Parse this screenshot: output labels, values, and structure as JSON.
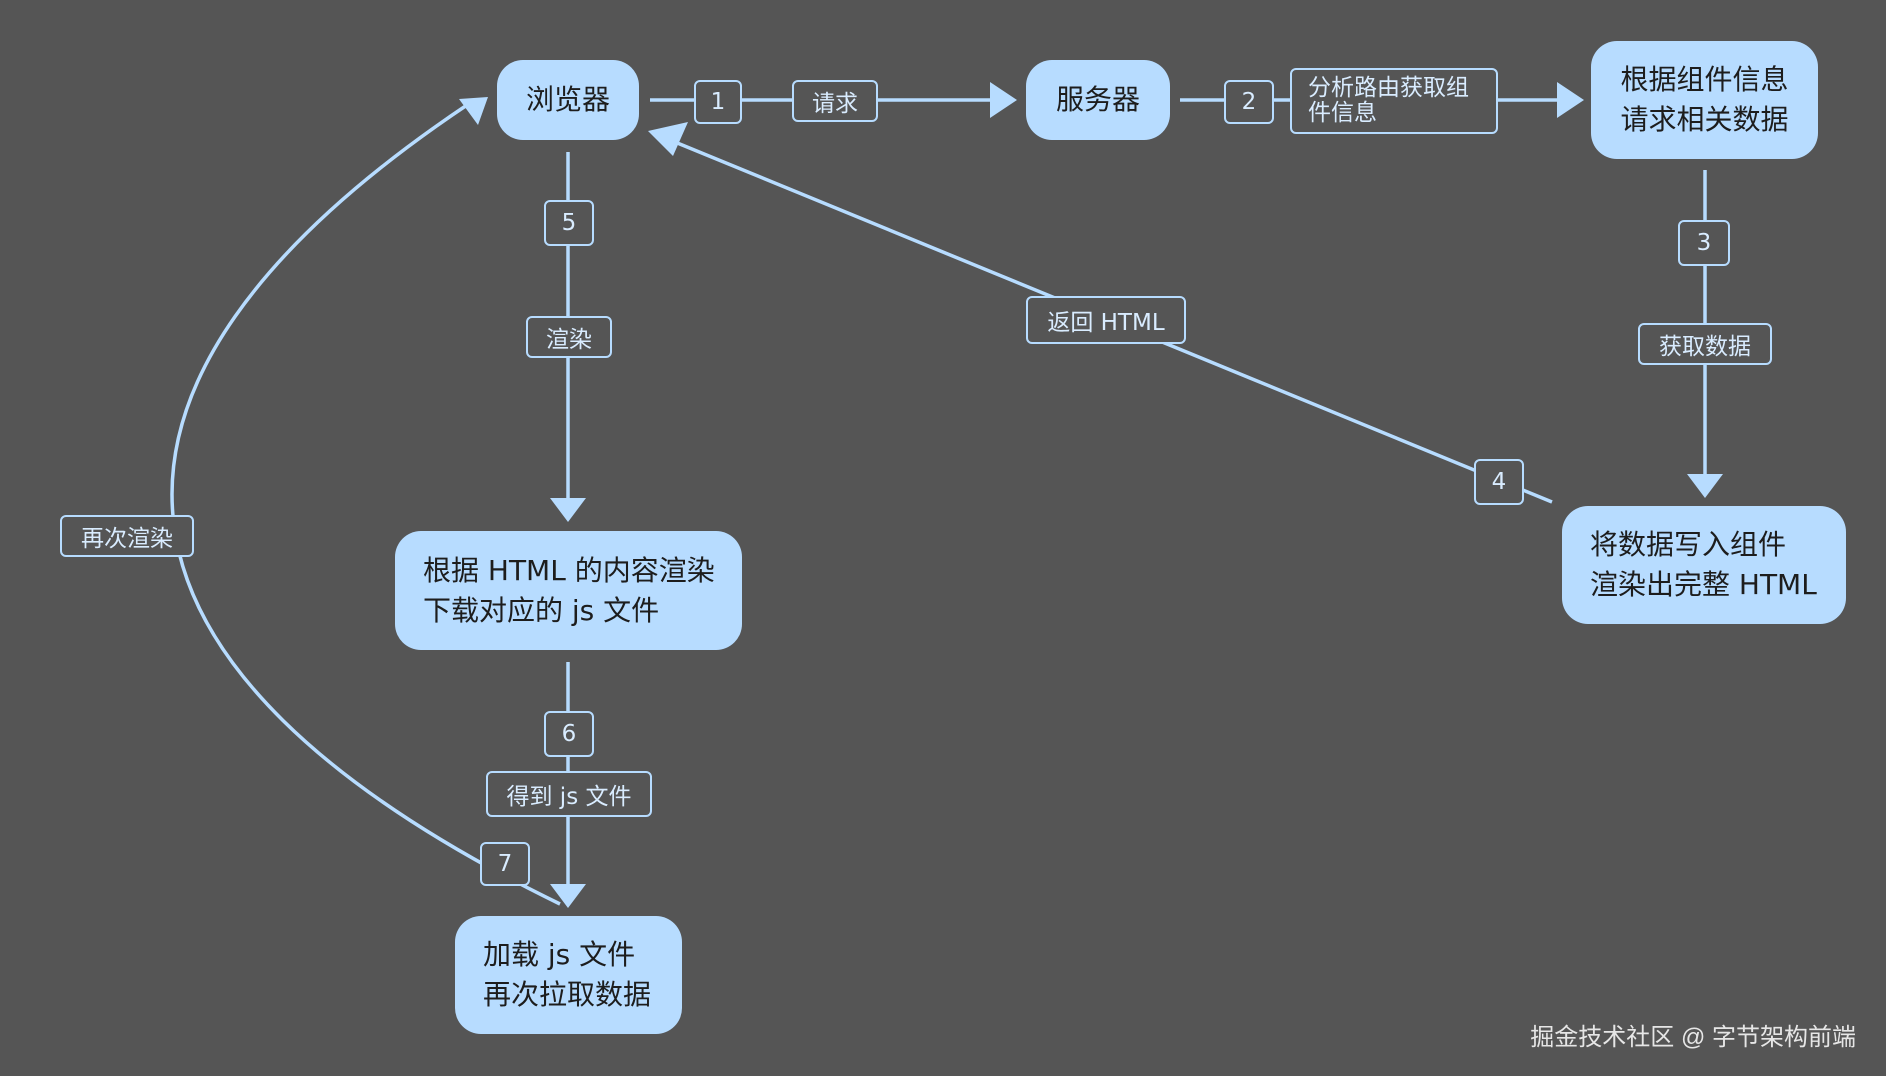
{
  "colors": {
    "background": "#555555",
    "node_fill": "#b7dcff",
    "edge": "#b7dcff",
    "tag_text": "#d9ecff"
  },
  "nodes": {
    "browser": {
      "line1": "浏览器"
    },
    "server": {
      "line1": "服务器"
    },
    "request_data": {
      "line1": "根据组件信息",
      "line2": "请求相关数据"
    },
    "render_html": {
      "line1": "将数据写入组件",
      "line2": "渲染出完整 HTML"
    },
    "render_content": {
      "line1": "根据 HTML 的内容渲染",
      "line2": "下载对应的 js 文件"
    },
    "load_js": {
      "line1": "加载 js 文件",
      "line2": "再次拉取数据"
    }
  },
  "steps": {
    "s1": "1",
    "s2": "2",
    "s3": "3",
    "s4": "4",
    "s5": "5",
    "s6": "6",
    "s7": "7"
  },
  "labels": {
    "request": "请求",
    "analyze_line1": "分析路由获取组",
    "analyze_line2": "件信息",
    "get_data": "获取数据",
    "return_html": "返回 HTML",
    "render": "渲染",
    "get_js": "得到 js 文件",
    "rerender": "再次渲染"
  },
  "watermark": "掘金技术社区 @ 字节架构前端"
}
